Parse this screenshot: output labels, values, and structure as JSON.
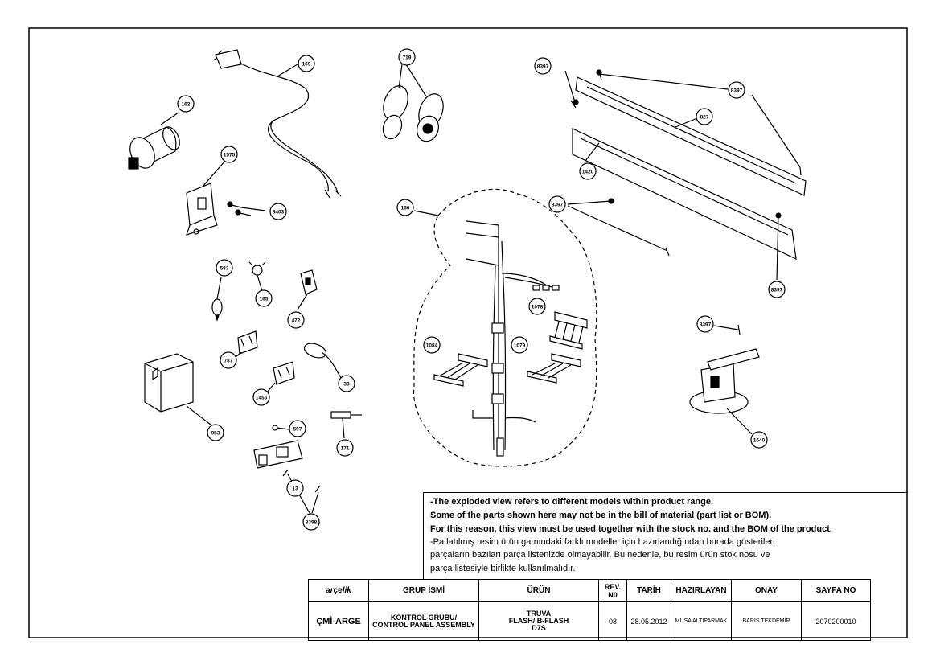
{
  "notes": [
    "-The exploded view refers to different models within product range.",
    "Some of the parts shown here may not be in the bill of material (part list or BOM).",
    "For this reason, this view must be used together with the stock no. and the BOM of the product.",
    "-Patlatılmış resim ürün gamındaki farklı modeller için hazırlandığından burada gösterilen",
    "parçaların bazıları parça listenizde olmayabilir. Bu nedenle, bu resim ürün stok nosu ve",
    "parça listesiyle birlikte kullanılmalıdır."
  ],
  "title_block": {
    "logo": "arçelik",
    "headers": [
      "GRUP İSMİ",
      "ÜRÜN",
      "REV. N0",
      "TARİH",
      "HAZIRLAYAN",
      "ONAY",
      "SAYFA NO"
    ],
    "department": "ÇMİ-ARGE",
    "group_name_1": "KONTROL GRUBU/",
    "group_name_2": "CONTROL PANEL ASSEMBLY",
    "product_1": "TRUVA",
    "product_2": "FLASH/ B-FLASH",
    "product_3": "D7S",
    "rev_no": "08",
    "date": "28.05.2012",
    "prepared_by": "MUSA ALTIPARMAK",
    "approved_by": "BARIS TEKDEMİR",
    "page_no": "2070200010"
  },
  "callouts": {
    "c162": "162",
    "c169": "169",
    "c1575": "1575",
    "c8403": "8403",
    "c719": "719",
    "c8397a": "8397",
    "c8397b": "8397",
    "c827": "827",
    "c1420": "1420",
    "c166": "166",
    "c8397c": "8397",
    "c8397d": "8397",
    "c583": "583",
    "c165": "165",
    "c472": "472",
    "c1078": "1078",
    "c8397e": "8397",
    "c787": "787",
    "c1084": "1084",
    "c1079": "1079",
    "c33": "33",
    "c953": "953",
    "c1455": "1455",
    "c597": "597",
    "c171": "171",
    "c1640": "1640",
    "c13": "13",
    "c8398": "8398"
  }
}
